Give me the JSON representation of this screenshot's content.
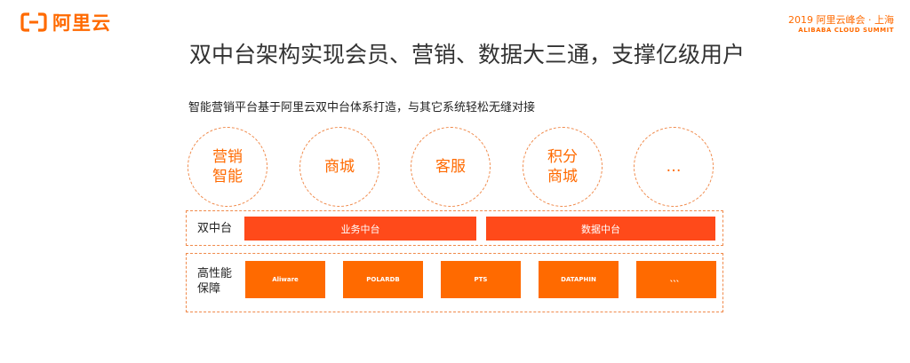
{
  "header": {
    "logo_text": "阿里云",
    "event_line1": "2019 阿里云峰会 · 上海",
    "event_line2": "ALIBABA CLOUD SUMMIT"
  },
  "slide": {
    "title": "双中台架构实现会员、营销、数据大三通，支撑亿级用户",
    "subtitle": "智能营销平台基于阿里云双中台体系打造，与其它系统轻松无缝对接"
  },
  "circles": [
    {
      "line1": "营销",
      "line2": "智能"
    },
    {
      "line1": "商城",
      "line2": ""
    },
    {
      "line1": "客服",
      "line2": ""
    },
    {
      "line1": "积分",
      "line2": "商城"
    },
    {
      "line1": "…",
      "line2": ""
    }
  ],
  "middle_platform": {
    "label": "双中台",
    "bars": [
      "业务中台",
      "数据中台"
    ]
  },
  "assurance": {
    "label_line1": "高性能",
    "label_line2": "保障",
    "boxes": [
      "Aliware",
      "POLARDB",
      "PTS",
      "DATAPHIN",
      "、、、"
    ]
  },
  "colors": {
    "accent": "#ff6a00",
    "bar_red": "#ff4a1a",
    "dashed_border": "#f08a4b"
  }
}
